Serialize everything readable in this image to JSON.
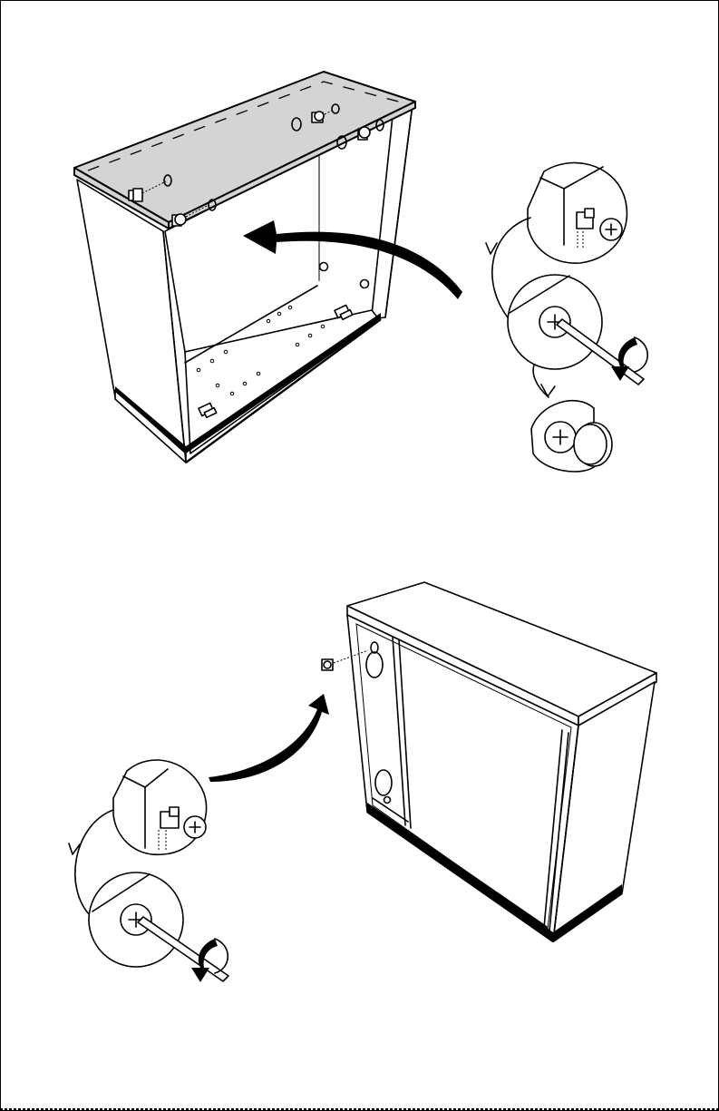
{
  "figure": {
    "kind": "assembly-instruction-illustration",
    "text": "",
    "colors": {
      "line": "#000000",
      "fill": "#ffffff",
      "top_panel": "#d4d4d4"
    }
  },
  "steps": [
    {
      "id": "step-1",
      "description_icons": [
        "cabinet-carcass-icon",
        "top-panel-icon",
        "cam-lock-icon",
        "curved-arrow-icon",
        "screwdriver-icon",
        "rotation-arrow-icon",
        "cover-cap-icon"
      ]
    },
    {
      "id": "step-2",
      "description_icons": [
        "cabinet-back-view-icon",
        "cam-lock-icon",
        "curved-arrow-icon",
        "screwdriver-icon",
        "rotation-arrow-icon"
      ]
    }
  ]
}
